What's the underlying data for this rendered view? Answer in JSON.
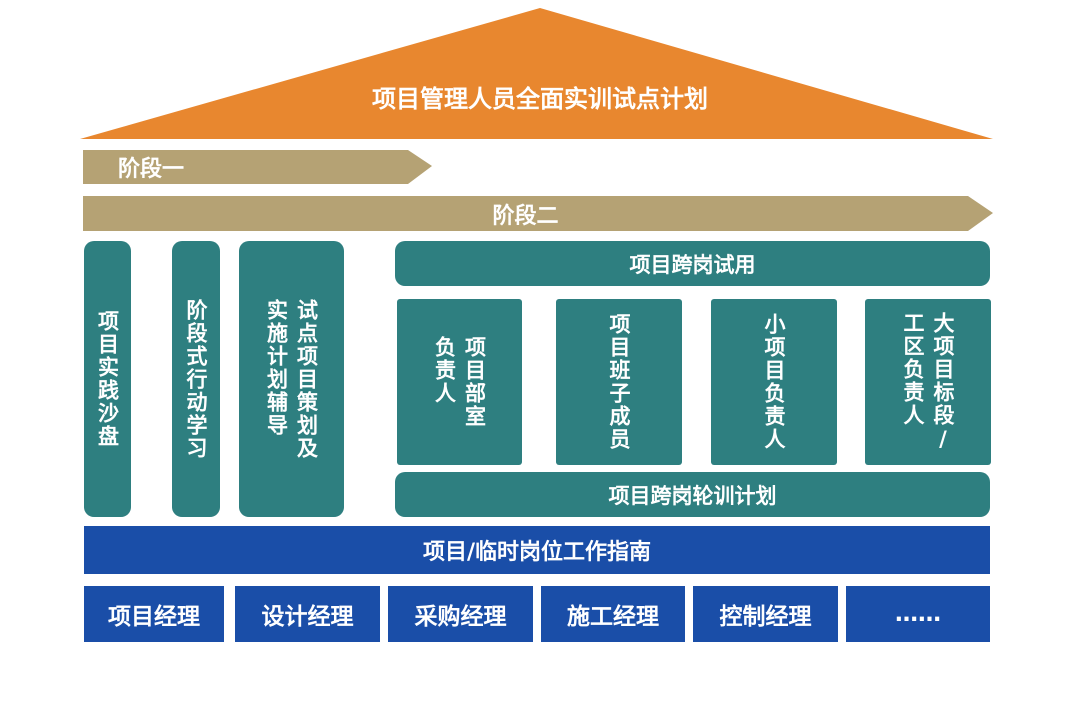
{
  "roof": {
    "title": "项目管理人员全面实训试点计划",
    "color": "#e8872f"
  },
  "stages": {
    "stage1": "阶段一",
    "stage2": "阶段二",
    "color": "#b5a274"
  },
  "pillars": [
    {
      "text": "项目实践沙盘"
    },
    {
      "text": "阶段式行动学习"
    },
    {
      "text": "试点项目策划及\n实施计划辅导"
    }
  ],
  "rotation": {
    "top_label": "项目跨岗试用",
    "bottom_label": "项目跨岗轮训计划",
    "columns": [
      {
        "text": "项目部室\n负责人"
      },
      {
        "text": "项目班子成员"
      },
      {
        "text": "小项目负责人"
      },
      {
        "text": "大项目标段/\n工区负责人"
      }
    ],
    "color": "#2e7f80"
  },
  "guide": {
    "label": "项目/临时岗位工作指南",
    "color": "#1a4ea8"
  },
  "roles": [
    "项目经理",
    "设计经理",
    "采购经理",
    "施工经理",
    "控制经理",
    "……"
  ]
}
